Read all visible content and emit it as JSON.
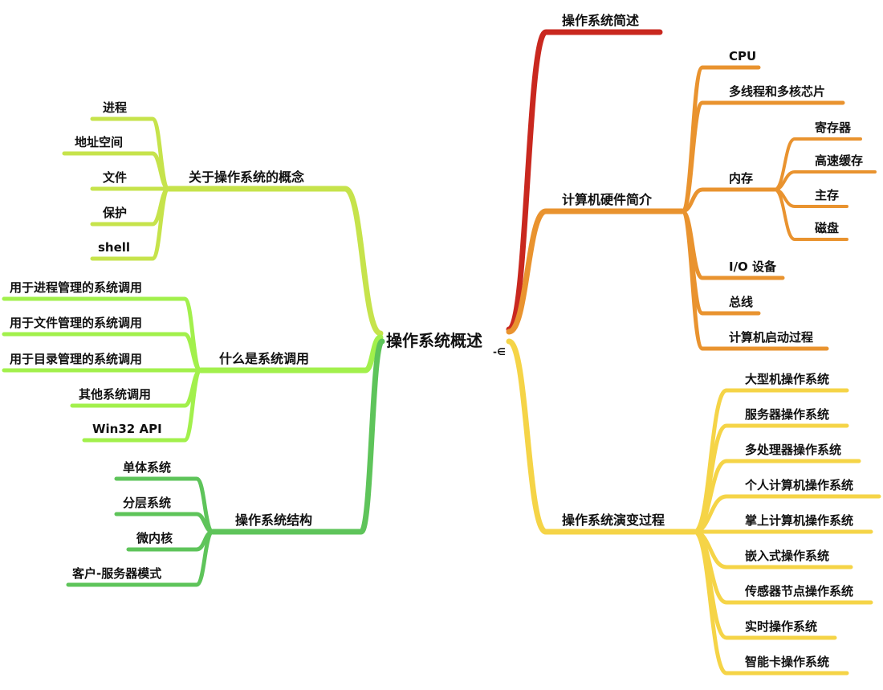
{
  "colors": {
    "red": "#c9281f",
    "orange": "#e9932f",
    "yellow": "#f5d447",
    "lightgreen": "#c6e34b",
    "lime": "#a2f04c",
    "green": "#5ec45a"
  },
  "root": {
    "label": "操作系统概述",
    "collapse_marker": "-∈"
  },
  "right": [
    {
      "label": "操作系统简述"
    },
    {
      "label": "计算机硬件简介",
      "children": [
        {
          "label": "CPU"
        },
        {
          "label": "多线程和多核芯片"
        },
        {
          "label": "内存",
          "children": [
            {
              "label": "寄存器"
            },
            {
              "label": "高速缓存"
            },
            {
              "label": "主存"
            },
            {
              "label": "磁盘"
            }
          ]
        },
        {
          "label": "I/O 设备"
        },
        {
          "label": "总线"
        },
        {
          "label": "计算机启动过程"
        }
      ]
    },
    {
      "label": "操作系统演变过程",
      "children": [
        {
          "label": "大型机操作系统"
        },
        {
          "label": "服务器操作系统"
        },
        {
          "label": "多处理器操作系统"
        },
        {
          "label": "个人计算机操作系统"
        },
        {
          "label": "掌上计算机操作系统"
        },
        {
          "label": "嵌入式操作系统"
        },
        {
          "label": "传感器节点操作系统"
        },
        {
          "label": "实时操作系统"
        },
        {
          "label": "智能卡操作系统"
        }
      ]
    }
  ],
  "left": [
    {
      "label": "关于操作系统的概念",
      "children": [
        {
          "label": "进程"
        },
        {
          "label": "地址空间"
        },
        {
          "label": "文件"
        },
        {
          "label": "保护"
        },
        {
          "label": "shell"
        }
      ]
    },
    {
      "label": "什么是系统调用",
      "children": [
        {
          "label": "用于进程管理的系统调用"
        },
        {
          "label": "用于文件管理的系统调用"
        },
        {
          "label": "用于目录管理的系统调用"
        },
        {
          "label": "其他系统调用"
        },
        {
          "label": "Win32 API"
        }
      ]
    },
    {
      "label": "操作系统结构",
      "children": [
        {
          "label": "单体系统"
        },
        {
          "label": "分层系统"
        },
        {
          "label": "微内核"
        },
        {
          "label": "客户-服务器模式"
        }
      ]
    }
  ]
}
